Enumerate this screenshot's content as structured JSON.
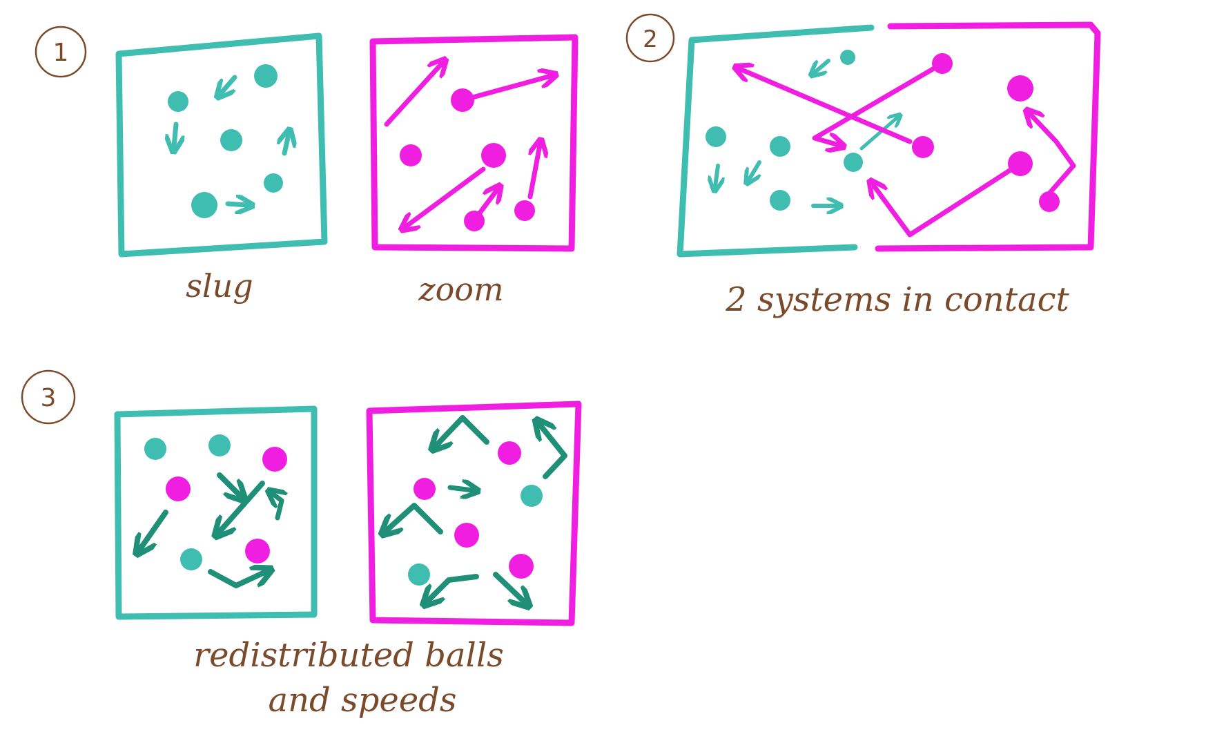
{
  "colors": {
    "teal": "#3fbdb0",
    "teal_dark": "#1f8f78",
    "magenta": "#f01ee0",
    "ink": "#7a4a2a",
    "background": "#ffffff"
  },
  "panels": {
    "p1": {
      "number": "1",
      "slug_label": "slug",
      "zoom_label": "zoom"
    },
    "p2": {
      "number": "2",
      "label": "2 systems in contact"
    },
    "p3": {
      "number": "3",
      "label_line1": "redistributed balls",
      "label_line2": "and speeds"
    }
  },
  "legend_meaning": {
    "teal_system": "slug",
    "magenta_system": "zoom"
  }
}
